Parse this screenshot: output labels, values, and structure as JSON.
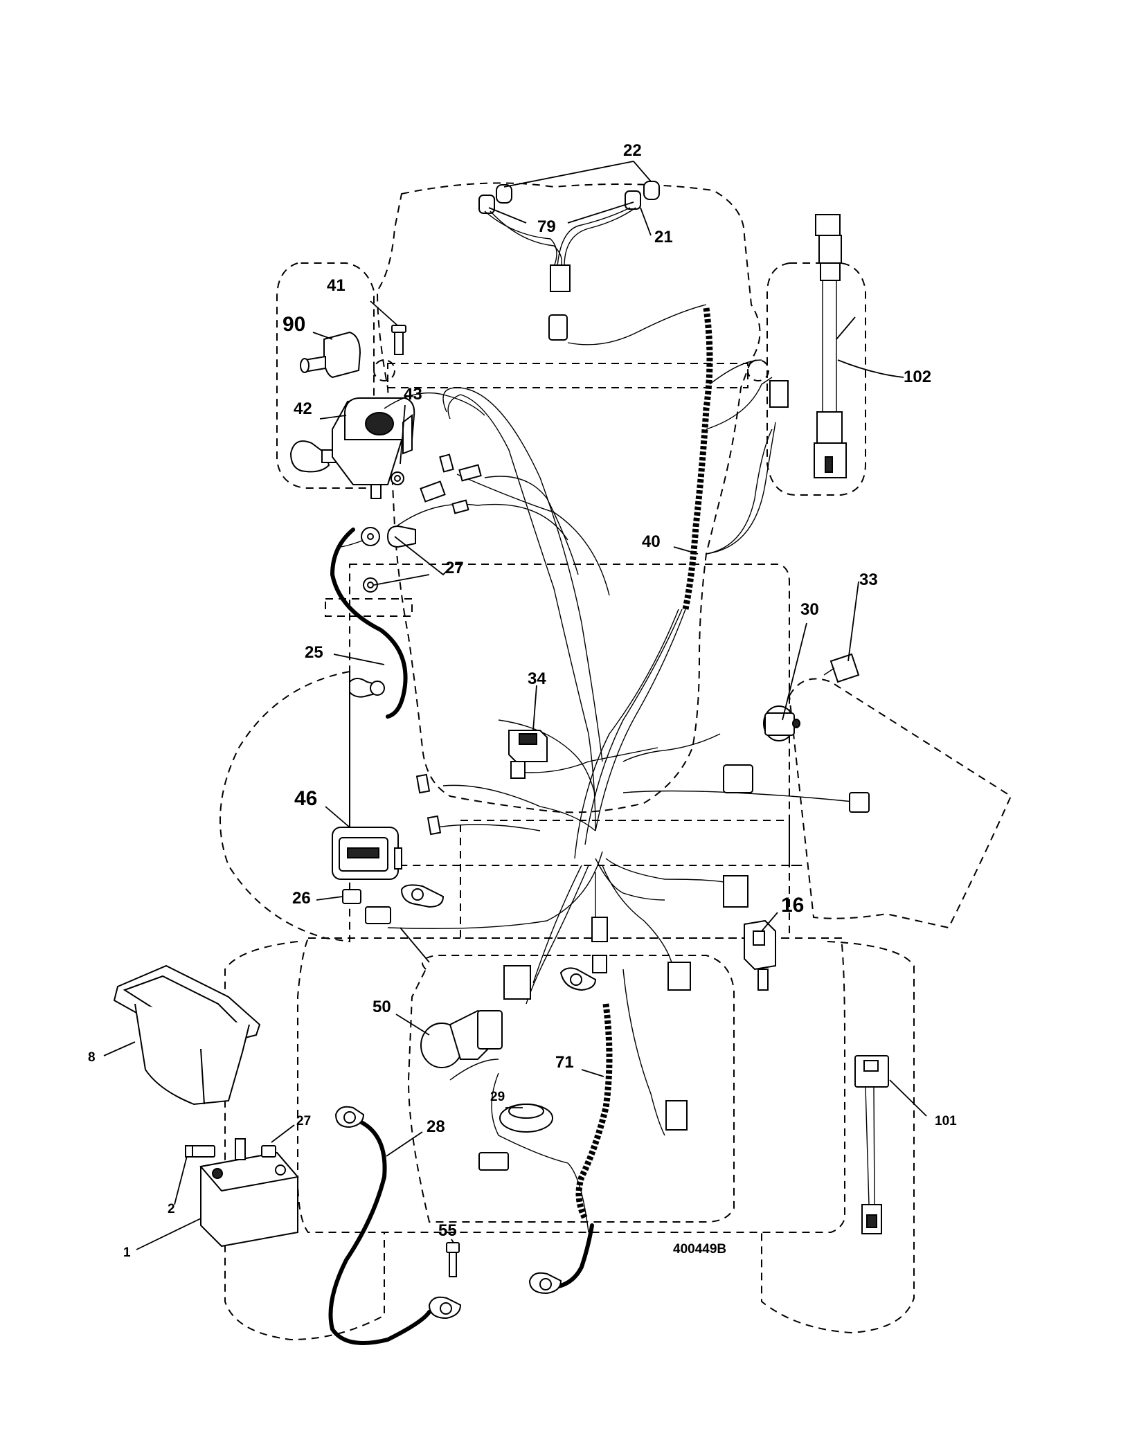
{
  "callouts": {
    "c22": "22",
    "c79": "79",
    "c21": "21",
    "c41": "41",
    "c90": "90",
    "c42": "42",
    "c43": "43",
    "c102": "102",
    "c40": "40",
    "c27a": "27",
    "c25": "25",
    "c33": "33",
    "c30": "30",
    "c34": "34",
    "c46": "46",
    "c26": "26",
    "c16": "16",
    "c50": "50",
    "c8": "8",
    "c71": "71",
    "c29": "29",
    "c27b": "27",
    "c28": "28",
    "c101": "101",
    "c2": "2",
    "c55": "55",
    "c1": "1"
  },
  "drawing_number": "400449B"
}
